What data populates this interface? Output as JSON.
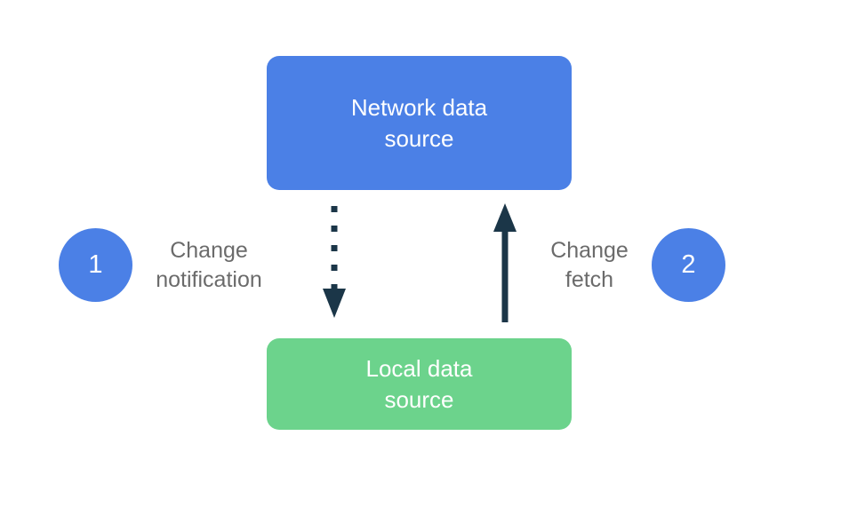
{
  "diagram": {
    "background": "#ffffff",
    "network_box": {
      "lines": [
        "Network data",
        "source"
      ],
      "color": "#4b80e6",
      "text_color": "#ffffff"
    },
    "local_box": {
      "lines": [
        "Local data",
        "source"
      ],
      "color": "#6cd38c",
      "text_color": "#ffffff"
    },
    "steps": [
      {
        "number": "1",
        "label_lines": [
          "Change",
          "notification"
        ],
        "badge_color": "#4b80e6",
        "arrow": {
          "style": "dotted",
          "direction": "down",
          "from": "Network data source",
          "to": "Local data source"
        }
      },
      {
        "number": "2",
        "label_lines": [
          "Change",
          "fetch"
        ],
        "badge_color": "#4b80e6",
        "arrow": {
          "style": "solid",
          "direction": "up",
          "from": "Local data source",
          "to": "Network data source"
        }
      }
    ],
    "arrow_color": "#1b3648",
    "label_text_color": "#6b6b6b"
  }
}
